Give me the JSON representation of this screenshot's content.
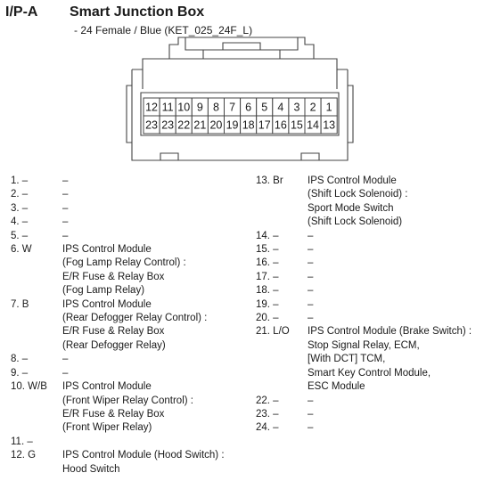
{
  "header": {
    "connector_id": "I/P-A",
    "title": "Smart Junction Box",
    "subtitle": "- 24 Female / Blue (KET_025_24F_L)"
  },
  "connector": {
    "top_row": [
      "12",
      "11",
      "10",
      "9",
      "8",
      "7",
      "6",
      "5",
      "4",
      "3",
      "2",
      "1"
    ],
    "bottom_row": [
      "23",
      "23",
      "22",
      "21",
      "20",
      "19",
      "18",
      "17",
      "16",
      "15",
      "14",
      "13"
    ]
  },
  "pins_left": [
    {
      "label": "1. –",
      "lines": [
        "–"
      ]
    },
    {
      "label": "2. –",
      "lines": [
        "–"
      ]
    },
    {
      "label": "3. –",
      "lines": [
        "–"
      ]
    },
    {
      "label": "4. –",
      "lines": [
        "–"
      ]
    },
    {
      "label": "5. –",
      "lines": [
        "–"
      ]
    },
    {
      "label": "6. W",
      "lines": [
        "IPS Control Module",
        "(Fog Lamp Relay Control) :",
        "E/R Fuse & Relay Box",
        "(Fog Lamp Relay)"
      ]
    },
    {
      "label": "7. B",
      "lines": [
        "IPS Control Module",
        "(Rear Defogger Relay Control) :",
        "E/R Fuse & Relay Box",
        "(Rear Defogger Relay)"
      ]
    },
    {
      "label": "8. –",
      "lines": [
        "–"
      ]
    },
    {
      "label": "9. –",
      "lines": [
        "–"
      ]
    },
    {
      "label": "10. W/B",
      "lines": [
        "IPS Control Module",
        "(Front Wiper Relay Control) :",
        "E/R Fuse & Relay Box",
        "(Front Wiper Relay)"
      ]
    },
    {
      "label": "11. –",
      "lines": [
        ""
      ]
    },
    {
      "label": "12. G",
      "lines": [
        "IPS Control Module (Hood Switch) :",
        "Hood Switch"
      ]
    }
  ],
  "pins_right": [
    {
      "label": "13. Br",
      "lines": [
        "IPS Control Module",
        "(Shift Lock Solenoid) :",
        "Sport Mode Switch",
        "(Shift Lock Solenoid)"
      ]
    },
    {
      "label": "14. –",
      "lines": [
        "–"
      ]
    },
    {
      "label": "15. –",
      "lines": [
        "–"
      ]
    },
    {
      "label": "16. –",
      "lines": [
        "–"
      ]
    },
    {
      "label": "17. –",
      "lines": [
        "–"
      ]
    },
    {
      "label": "18. –",
      "lines": [
        "–"
      ]
    },
    {
      "label": "19. –",
      "lines": [
        "–"
      ]
    },
    {
      "label": "20. –",
      "lines": [
        "–"
      ]
    },
    {
      "label": "21. L/O",
      "lines": [
        "IPS Control Module (Brake Switch) :",
        "Stop Signal Relay, ECM,",
        "[With DCT] TCM,",
        "Smart Key Control Module,",
        "ESC Module"
      ]
    },
    {
      "label": "22. –",
      "lines": [
        "–"
      ]
    },
    {
      "label": "23. –",
      "lines": [
        "–"
      ]
    },
    {
      "label": "24. –",
      "lines": [
        "–"
      ]
    }
  ]
}
